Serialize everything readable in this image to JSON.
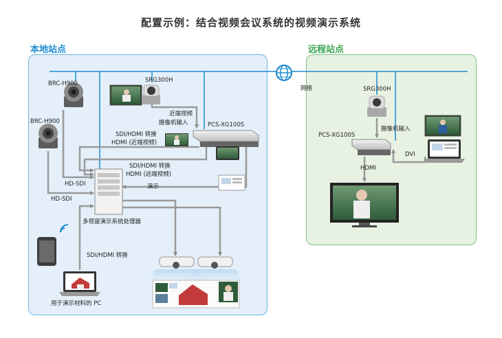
{
  "title": "配置示例：结合视频会议系统的视频演示系统",
  "zones": {
    "local": "本地站点",
    "remote": "远程站点"
  },
  "network": "网络",
  "devices": {
    "brc1": "BRC-H900",
    "brc2": "BRC-H900",
    "srg_local": "SRG300H",
    "srg_remote": "SRG300H",
    "pcs_local": "PCS-XG100S",
    "pcs_remote": "PCS-XG100S",
    "processor": "多视窗演示系统处理器",
    "pc": "用于演示材料的 PC"
  },
  "labels": {
    "near_video_1": "近端视频",
    "camera_input_local": "摄像机输入",
    "sdi_hdmi_near_1": "SDI/HDMI 转换",
    "sdi_hdmi_near_2": "HDMI (近端视频)",
    "sdi_hdmi_far_1": "SDI/HDMI 转换",
    "sdi_hdmi_far_2": "HDMI (远端视频)",
    "presentation": "演示",
    "hd_sdi_1": "HD-SDI",
    "hd_sdi_2": "HD-SDI",
    "sdi_hdmi_pc": "SDI/HDMI 转换",
    "camera_input_remote": "摄像机输入",
    "dvi": "DVI",
    "hdmi": "HDMI"
  },
  "colors": {
    "local_accent": "#1d8ccf",
    "remote_accent": "#3aa655",
    "network_line": "#1d8ccf",
    "connection_arrow": "#9a9a9a"
  }
}
